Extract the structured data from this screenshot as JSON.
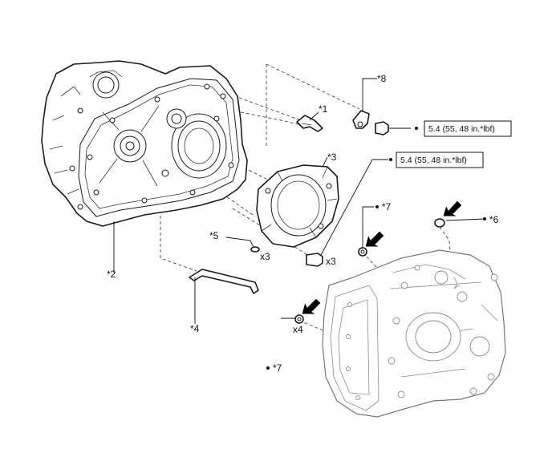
{
  "callouts": {
    "c1": "*1",
    "c2": "*2",
    "c3": "*3",
    "c4": "*4",
    "c5": "*5",
    "c6": "*6",
    "c7a": "*7",
    "c7b": "*7",
    "c8": "*8"
  },
  "quantities": {
    "q5": "x3",
    "q_bolt": "x3",
    "q7": "x4"
  },
  "torque": {
    "t1": "5.4 (55, 48 in.*lbf)",
    "t2": "5.4 (55, 48 in.*lbf)"
  },
  "icons": {
    "arrow": "black-pointer-arrow-icon",
    "bullet": "bullet-dot-icon"
  },
  "colors": {
    "line": "#1a1a1a",
    "faded_line": "#777777",
    "arrow_fill": "#000000"
  }
}
